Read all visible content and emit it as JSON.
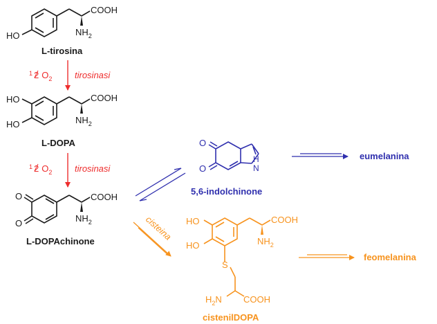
{
  "colors": {
    "black": "#1a1a1a",
    "red": "#ee2d2d",
    "blue": "#2f2fae",
    "orange": "#f7931e"
  },
  "compounds": {
    "tyrosine": {
      "name": "L-tirosina",
      "cooh": "COOH",
      "nh2": "NH",
      "nh2_sub": "2",
      "ho": "HO"
    },
    "dopa": {
      "name": "L-DOPA",
      "cooh": "COOH",
      "nh2": "NH",
      "nh2_sub": "2",
      "ho_top": "HO",
      "ho_bottom": "HO"
    },
    "dopaquinone": {
      "name": "L-DOPAchinone",
      "cooh": "COOH",
      "nh2": "NH",
      "nh2_sub": "2",
      "o_top": "O",
      "o_bottom": "O"
    },
    "indolequinone": {
      "name": "5,6-indolchinone",
      "o_top": "O",
      "o_bottom": "O",
      "nh": "N",
      "nh_h": "H"
    },
    "cysteinyldopa": {
      "name": "cistenilDOPA",
      "ho_top": "HO",
      "ho_bottom": "HO",
      "cooh": "COOH",
      "nh2": "NH",
      "nh2_sub": "2",
      "s": "S",
      "h2n": "H",
      "h2n_sub": "2",
      "h2n_n": "N",
      "cooh2": "COOH"
    }
  },
  "steps": {
    "step1": {
      "frac_num": "1",
      "frac_den": "2",
      "o2": "O",
      "o2_sub": "2",
      "enzyme": "tirosinasi"
    },
    "step2": {
      "frac_num": "1",
      "frac_den": "2",
      "o2": "O",
      "o2_sub": "2",
      "enzyme": "tirosinasi"
    },
    "cysteine_label": "cisteina"
  },
  "products": {
    "eumelanin": "eumelanina",
    "pheomelanin": "feomelanina"
  }
}
